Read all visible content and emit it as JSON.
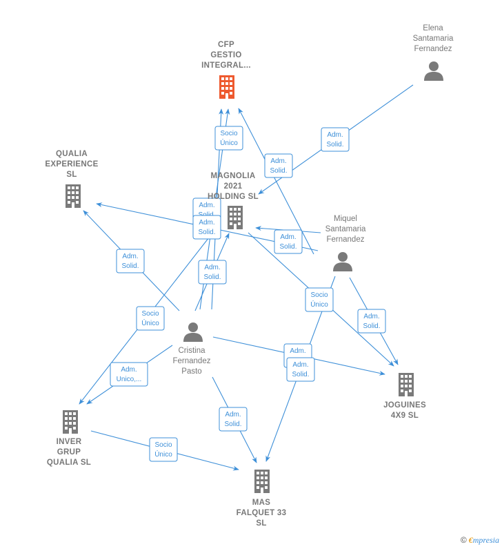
{
  "colors": {
    "edge": "#3d8fd8",
    "building": "#7a7a7a",
    "highlight": "#ee5a2f",
    "person": "#7a7a7a"
  },
  "nodes": [
    {
      "id": "cfp",
      "type": "company",
      "highlight": true,
      "icon": "building-icon",
      "lines": [
        "CFP",
        "GESTIO",
        "INTEGRAL..."
      ]
    },
    {
      "id": "elena",
      "type": "person",
      "icon": "person-icon",
      "lines": [
        "Elena",
        "Santamaria",
        "Fernandez"
      ]
    },
    {
      "id": "qualia",
      "type": "company",
      "icon": "building-icon",
      "lines": [
        "QUALIA",
        "EXPERIENCE",
        "SL"
      ]
    },
    {
      "id": "magnolia",
      "type": "company",
      "icon": "building-icon",
      "lines": [
        "MAGNOLIA",
        "2021",
        "HOLDING  SL"
      ]
    },
    {
      "id": "miquel",
      "type": "person",
      "icon": "person-icon",
      "lines": [
        "Miquel",
        "Santamaria",
        "Fernandez"
      ]
    },
    {
      "id": "cristina",
      "type": "person",
      "icon": "person-icon",
      "lines": [
        "Cristina",
        "Fernandez",
        "Pasto"
      ]
    },
    {
      "id": "joguines",
      "type": "company",
      "icon": "building-icon",
      "lines": [
        "JOGUINES",
        "4X9  SL"
      ]
    },
    {
      "id": "inver",
      "type": "company",
      "icon": "building-icon",
      "lines": [
        "INVER",
        "GRUP",
        "QUALIA  SL"
      ]
    },
    {
      "id": "mas",
      "type": "company",
      "icon": "building-icon",
      "lines": [
        "MAS",
        "FALQUET 33",
        "SL"
      ]
    }
  ],
  "edges": [
    {
      "id": "e1",
      "lines": [
        "Socio",
        "Único"
      ]
    },
    {
      "id": "e2",
      "lines": [
        "Adm.",
        "Solid."
      ]
    },
    {
      "id": "e3",
      "lines": [
        "Adm.",
        "Solid."
      ]
    },
    {
      "id": "e4",
      "lines": [
        "Adm.",
        "Solid."
      ]
    },
    {
      "id": "e5",
      "lines": [
        "Adm.",
        "Solid."
      ]
    },
    {
      "id": "e6",
      "lines": [
        "Adm.",
        "Solid."
      ]
    },
    {
      "id": "e7",
      "lines": [
        "Adm.",
        "Solid."
      ]
    },
    {
      "id": "e8",
      "lines": [
        "Adm.",
        "Solid."
      ]
    },
    {
      "id": "e9",
      "lines": [
        "Socio",
        "Único"
      ]
    },
    {
      "id": "e10",
      "lines": [
        "Socio",
        "Único"
      ]
    },
    {
      "id": "e11",
      "lines": [
        "Adm.",
        "Solid."
      ]
    },
    {
      "id": "e12",
      "lines": [
        "Adm.",
        "Unico,..."
      ]
    },
    {
      "id": "e13",
      "lines": [
        "Adm.",
        "Solid."
      ]
    },
    {
      "id": "e14",
      "lines": [
        "Adm.",
        "Solid."
      ]
    },
    {
      "id": "e15",
      "lines": [
        "Adm.",
        "Solid."
      ]
    },
    {
      "id": "e16",
      "lines": [
        "Socio",
        "Único"
      ]
    }
  ],
  "footer": {
    "copyright": "©",
    "brand_initial": "€",
    "brand_rest": "mpresia"
  }
}
